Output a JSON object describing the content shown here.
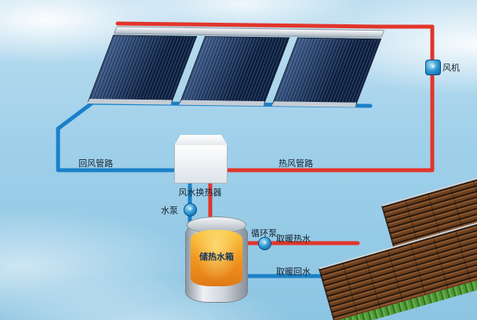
{
  "labels": {
    "fan": "风机",
    "return_air_pipe": "回风管路",
    "hot_air_pipe": "热风管路",
    "heat_exchanger": "风水换热器",
    "water_pump": "水泵",
    "storage_tank": "储热水箱",
    "circulation_pump": "循环泵",
    "heating_supply": "取暖热水",
    "heating_return": "取暖回水"
  },
  "icons": {
    "fan_glyph": "✳",
    "pump_glyph": "✳"
  },
  "colors": {
    "hot_pipe": "#e2352b",
    "cold_pipe": "#1b80c8"
  }
}
